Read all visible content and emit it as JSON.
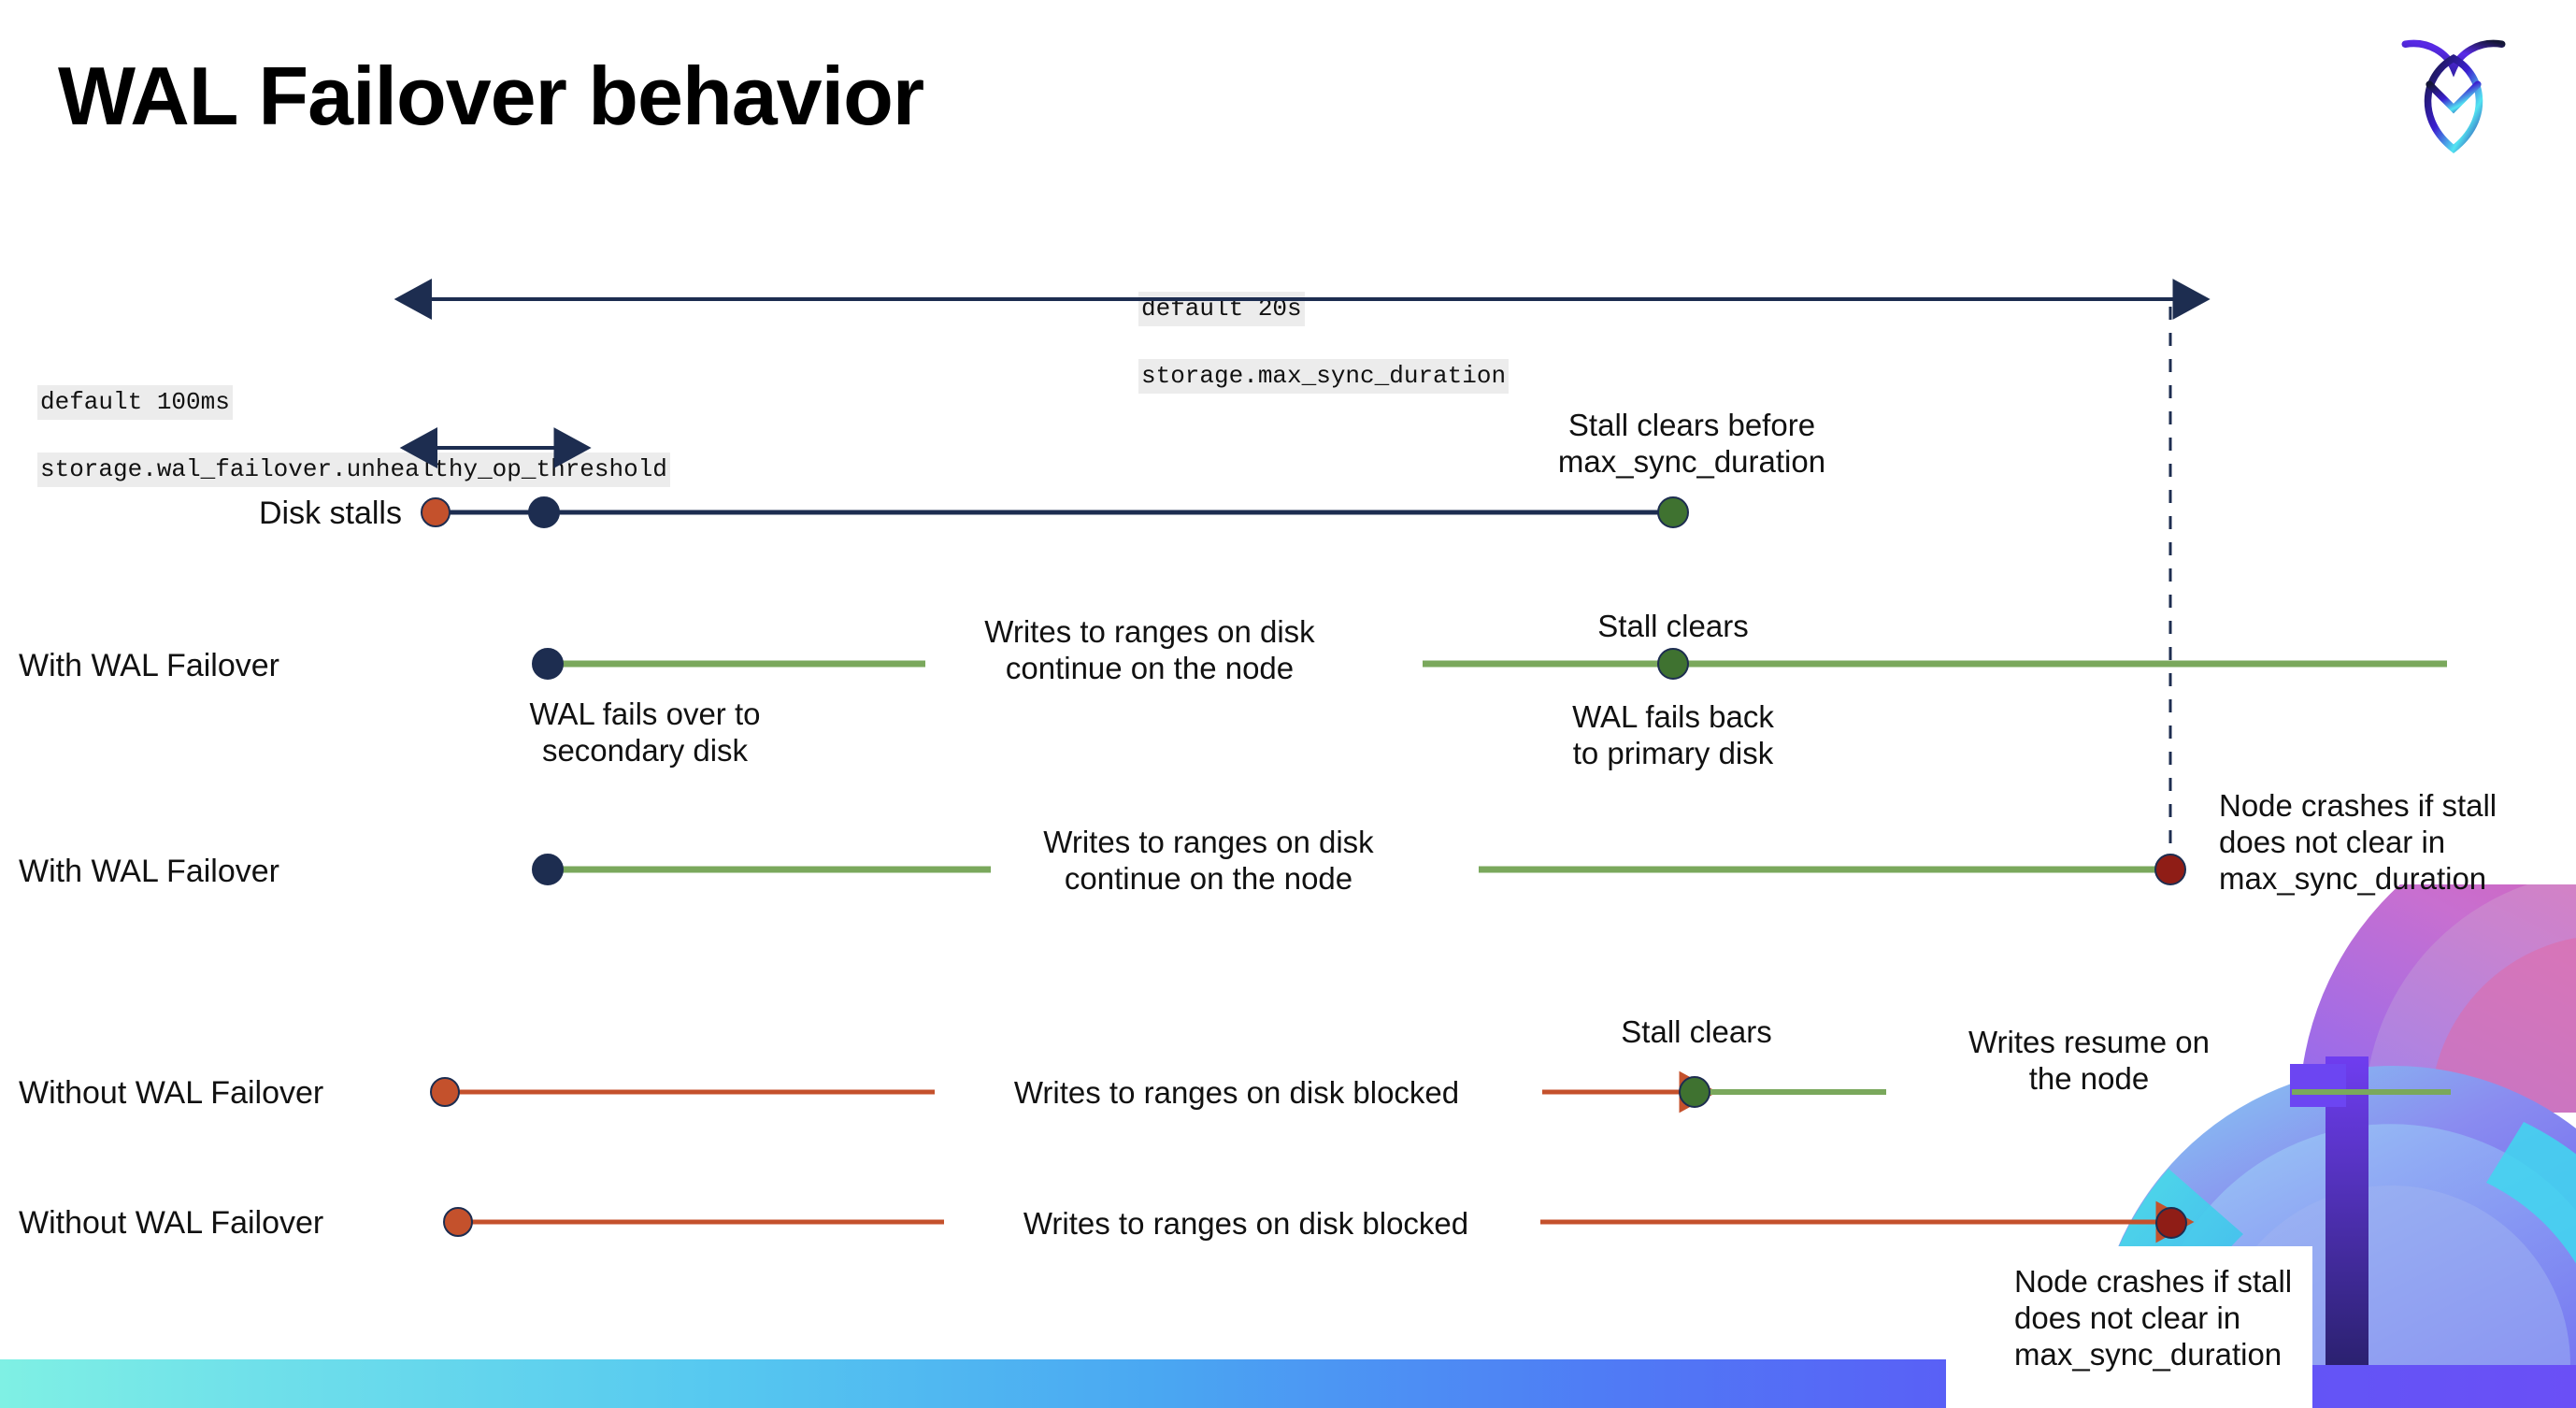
{
  "slide": {
    "title": "WAL Failover behavior",
    "logo_name": "cockroachdb-logo"
  },
  "annotations": {
    "max_sync": {
      "line1": "default 20s",
      "line2": "storage.max_sync_duration"
    },
    "unhealthy_op": {
      "line1": "default 100ms",
      "line2": "storage.wal_failover.unhealthy_op_threshold"
    }
  },
  "rows": [
    {
      "id": "disk-stalls",
      "label": "Disk stalls",
      "notes": [
        {
          "id": "stall-clears-before",
          "text": "Stall clears before\nmax_sync_duration"
        }
      ]
    },
    {
      "id": "with-wal-failover-1",
      "label": "With WAL Failover",
      "notes": [
        {
          "id": "wal-fails-over",
          "text": "WAL fails over to\nsecondary disk"
        },
        {
          "id": "writes-continue-1",
          "text": "Writes to ranges on disk\ncontinue on the node"
        },
        {
          "id": "stall-clears-1",
          "text": "Stall clears"
        },
        {
          "id": "wal-fails-back",
          "text": "WAL fails  back\nto primary disk"
        }
      ]
    },
    {
      "id": "with-wal-failover-2",
      "label": "With WAL Failover",
      "notes": [
        {
          "id": "writes-continue-2",
          "text": "Writes to ranges on disk\ncontinue on the node"
        },
        {
          "id": "node-crashes-1",
          "text": "Node crashes if stall\ndoes not clear in\nmax_sync_duration"
        }
      ]
    },
    {
      "id": "without-wal-failover-1",
      "label": "Without WAL Failover",
      "notes": [
        {
          "id": "writes-blocked-1",
          "text": "Writes to ranges on disk  blocked"
        },
        {
          "id": "stall-clears-2",
          "text": "Stall clears"
        },
        {
          "id": "writes-resume",
          "text": "Writes resume on\nthe node"
        }
      ]
    },
    {
      "id": "without-wal-failover-2",
      "label": "Without WAL Failover",
      "notes": [
        {
          "id": "writes-blocked-2",
          "text": "Writes to ranges on disk  blocked"
        },
        {
          "id": "node-crashes-2",
          "text": "Node crashes if stall\ndoes not clear in\nmax_sync_duration"
        }
      ]
    }
  ],
  "legend_colors": {
    "navy": "#1d2d50",
    "green_line": "#7aa85c",
    "green_dot": "#3f7230",
    "orange_red": "#c4512c",
    "dark_red": "#8f1d16",
    "code_chip_bg": "#ececec"
  }
}
